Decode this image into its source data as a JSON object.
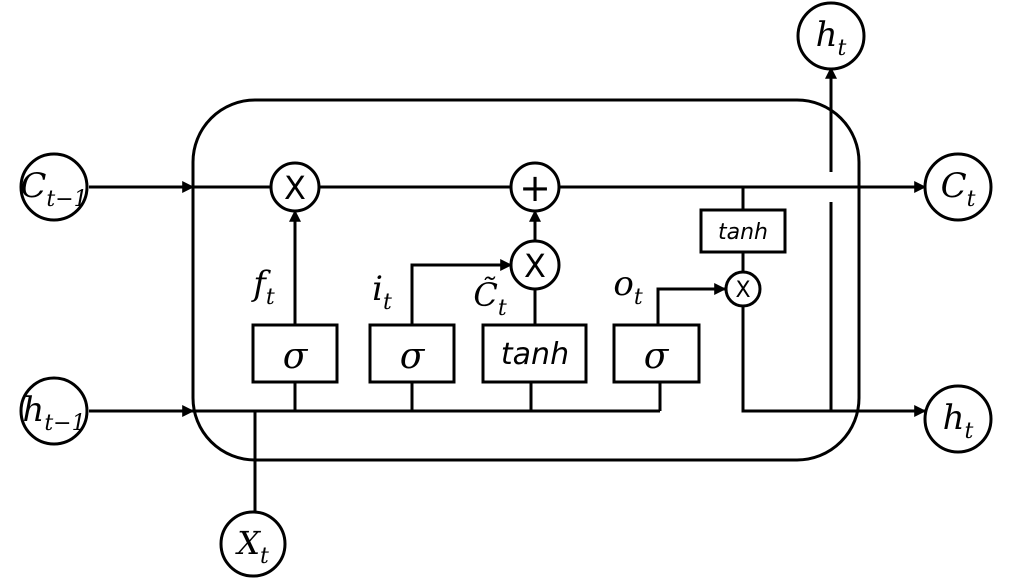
{
  "inputs": {
    "cell_prev": {
      "base": "C",
      "sub": "t−1"
    },
    "hidden_prev": {
      "base": "h",
      "sub": "t−1"
    },
    "x_t": {
      "base": "X",
      "sub": "t"
    }
  },
  "outputs": {
    "cell_next": {
      "base": "C",
      "sub": "t"
    },
    "hidden_right": {
      "base": "h",
      "sub": "t"
    },
    "hidden_top": {
      "base": "h",
      "sub": "t"
    }
  },
  "operators": {
    "forget_multiply": "X",
    "cell_add": "+",
    "input_multiply": "X",
    "output_multiply": "X"
  },
  "gates": {
    "forget": "σ",
    "input": "σ",
    "candidate": "tanh",
    "output": "σ",
    "cell_tanh": "tanh"
  },
  "signals": {
    "forget": {
      "base": "f",
      "sub": "t"
    },
    "input": {
      "base": "i",
      "sub": "t"
    },
    "candidate": {
      "base": "C̃",
      "sub": "t"
    },
    "output": {
      "base": "o",
      "sub": "t"
    }
  }
}
